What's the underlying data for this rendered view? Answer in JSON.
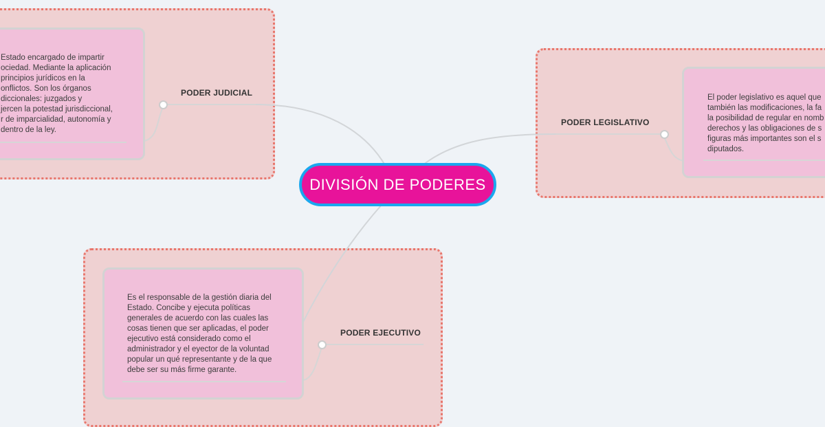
{
  "central": {
    "title": "DIVISIÓN DE PODERES"
  },
  "branches": {
    "judicial": {
      "label": "PODER JUDICIAL",
      "lines": [
        "Estado  encargado de impartir",
        "ociedad.  Mediante la aplicación",
        "principios jurídicos en la",
        "onflictos. Son los órganos",
        "diccionales: juzgados  y",
        "jercen la potestad  jurisdiccional,",
        "r de  imparcialidad, autonomía y",
        "dentro de la ley."
      ]
    },
    "legislativo": {
      "label": "PODER LEGISLATIVO",
      "lines": [
        "El poder legislativo es aquel que",
        "también las modificaciones, la fa",
        "la posibilidad de regular en nomb",
        "derechos y las obligaciones  de s",
        "figuras más  importantes son el s",
        "diputados."
      ]
    },
    "ejecutivo": {
      "label": "PODER EJECUTIVO",
      "lines": [
        "Es el responsable de la gestión diaria del",
        "Estado. Concibe y ejecuta políticas",
        "generales de acuerdo con las cuales las",
        "cosas tienen que ser aplicadas, el poder",
        "ejecutivo está considerado como el",
        "administrador y el eyector de la voluntad",
        "popular un qué representante y de la que",
        "debe ser su más firme garante."
      ]
    }
  },
  "colors": {
    "central_fill": "#e8139a",
    "central_border": "#1aa7ee",
    "group_border": "#e8766c",
    "textbox_fill": "#f1c0da"
  }
}
